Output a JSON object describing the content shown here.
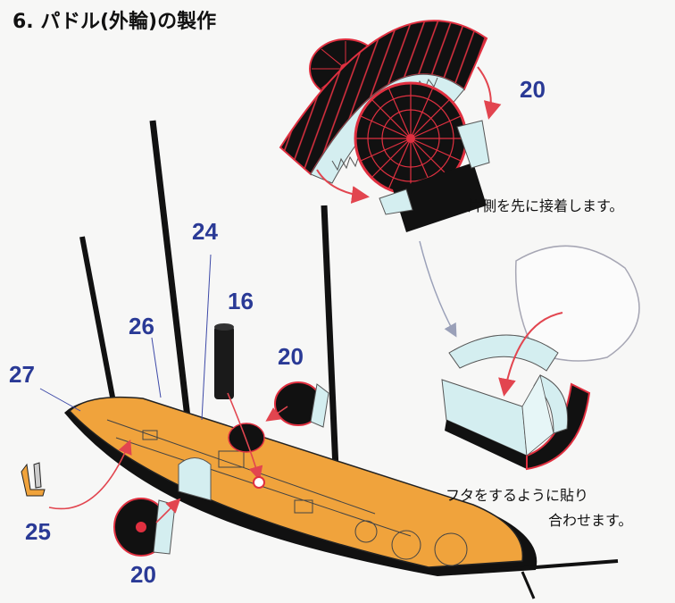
{
  "title": "6. パドル(外輪)の製作",
  "labels": {
    "n20_top": "20",
    "n24": "24",
    "n16": "16",
    "n26": "26",
    "n20_mid": "20",
    "n27": "27",
    "n25": "25",
    "n20_bottom": "20"
  },
  "notes": {
    "one_side": "片側を先に接着します。",
    "lid_line1": "フタをするように貼り",
    "lid_line2": "合わせます。"
  },
  "colors": {
    "number_blue": "#2a3a96",
    "arrow_red": "#e2454f",
    "arrow_grey": "#9aa0b8",
    "deck_orange": "#f0a33c",
    "paddle_red": "#e03040",
    "hull_black": "#111111",
    "tab_cyan": "#d4eef0"
  }
}
